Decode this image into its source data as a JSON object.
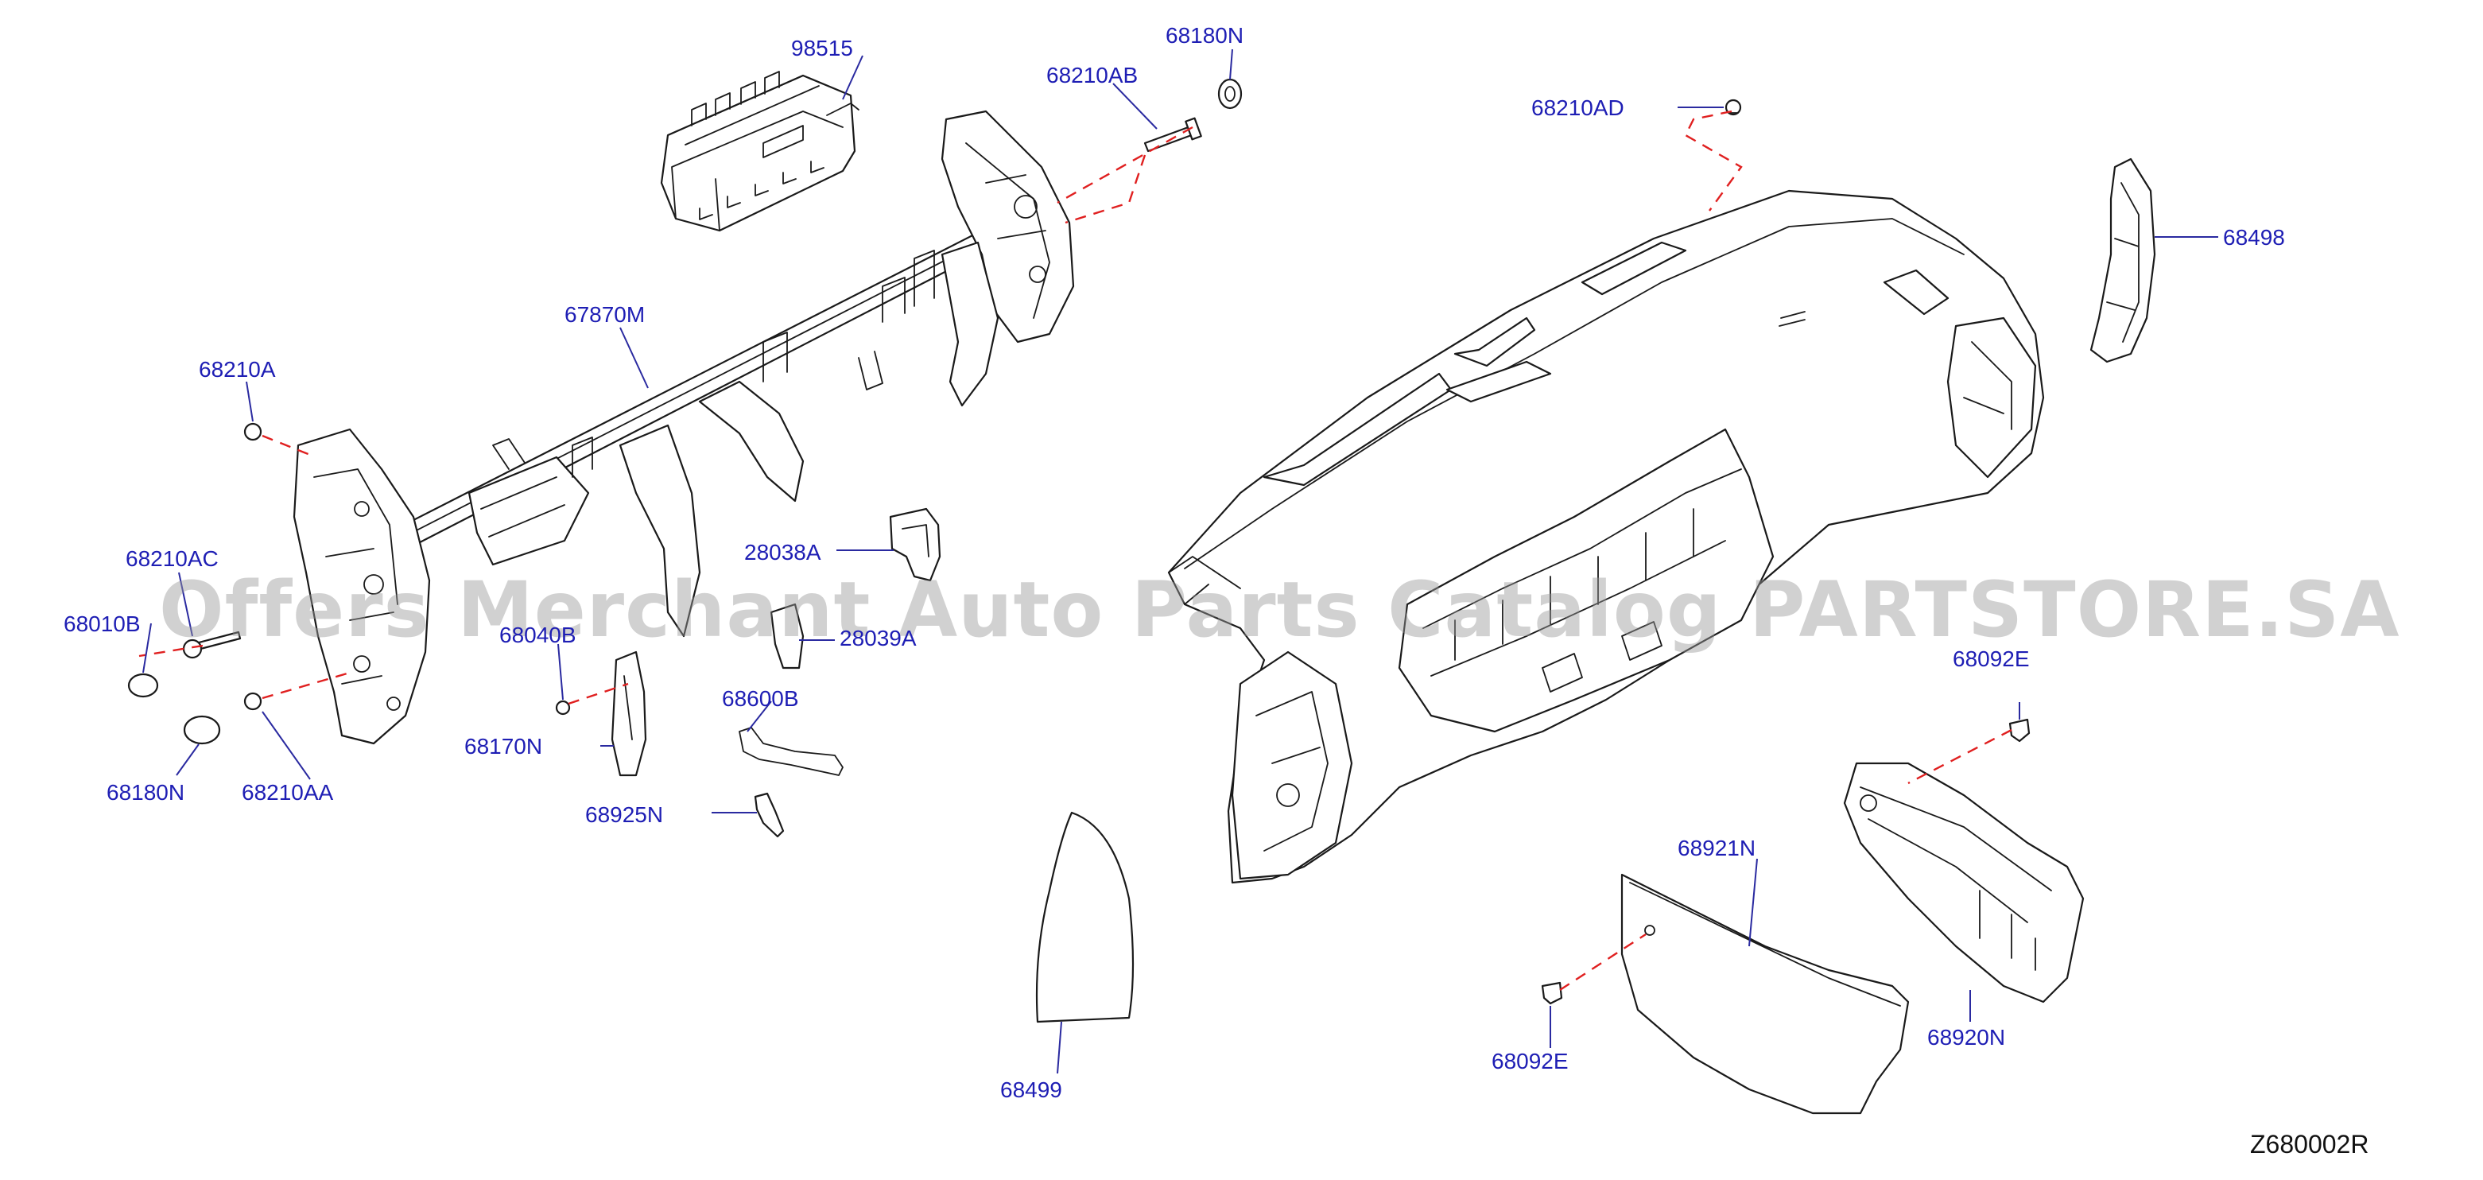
{
  "diagram_code": "Z680002R",
  "watermark": "Offers Merchant Auto Parts Catalog PARTSTORE.SA",
  "callouts": [
    {
      "id": "98515",
      "text": "98515"
    },
    {
      "id": "68180N_top",
      "text": "68180N"
    },
    {
      "id": "68210AB",
      "text": "68210AB"
    },
    {
      "id": "68210AD",
      "text": "68210AD"
    },
    {
      "id": "68498",
      "text": "68498"
    },
    {
      "id": "67870M",
      "text": "67870M"
    },
    {
      "id": "68210A",
      "text": "68210A"
    },
    {
      "id": "68210AC",
      "text": "68210AC"
    },
    {
      "id": "68010B",
      "text": "68010B"
    },
    {
      "id": "68040B",
      "text": "68040B"
    },
    {
      "id": "28038A",
      "text": "28038A"
    },
    {
      "id": "28039A",
      "text": "28039A"
    },
    {
      "id": "68600B",
      "text": "68600B"
    },
    {
      "id": "68170N",
      "text": "68170N"
    },
    {
      "id": "68180N_bottom",
      "text": "68180N"
    },
    {
      "id": "68210AA",
      "text": "68210AA"
    },
    {
      "id": "68925N",
      "text": "68925N"
    },
    {
      "id": "68092E_right",
      "text": "68092E"
    },
    {
      "id": "68921N",
      "text": "68921N"
    },
    {
      "id": "68920N",
      "text": "68920N"
    },
    {
      "id": "68092E_bottom",
      "text": "68092E"
    },
    {
      "id": "68499",
      "text": "68499"
    }
  ]
}
